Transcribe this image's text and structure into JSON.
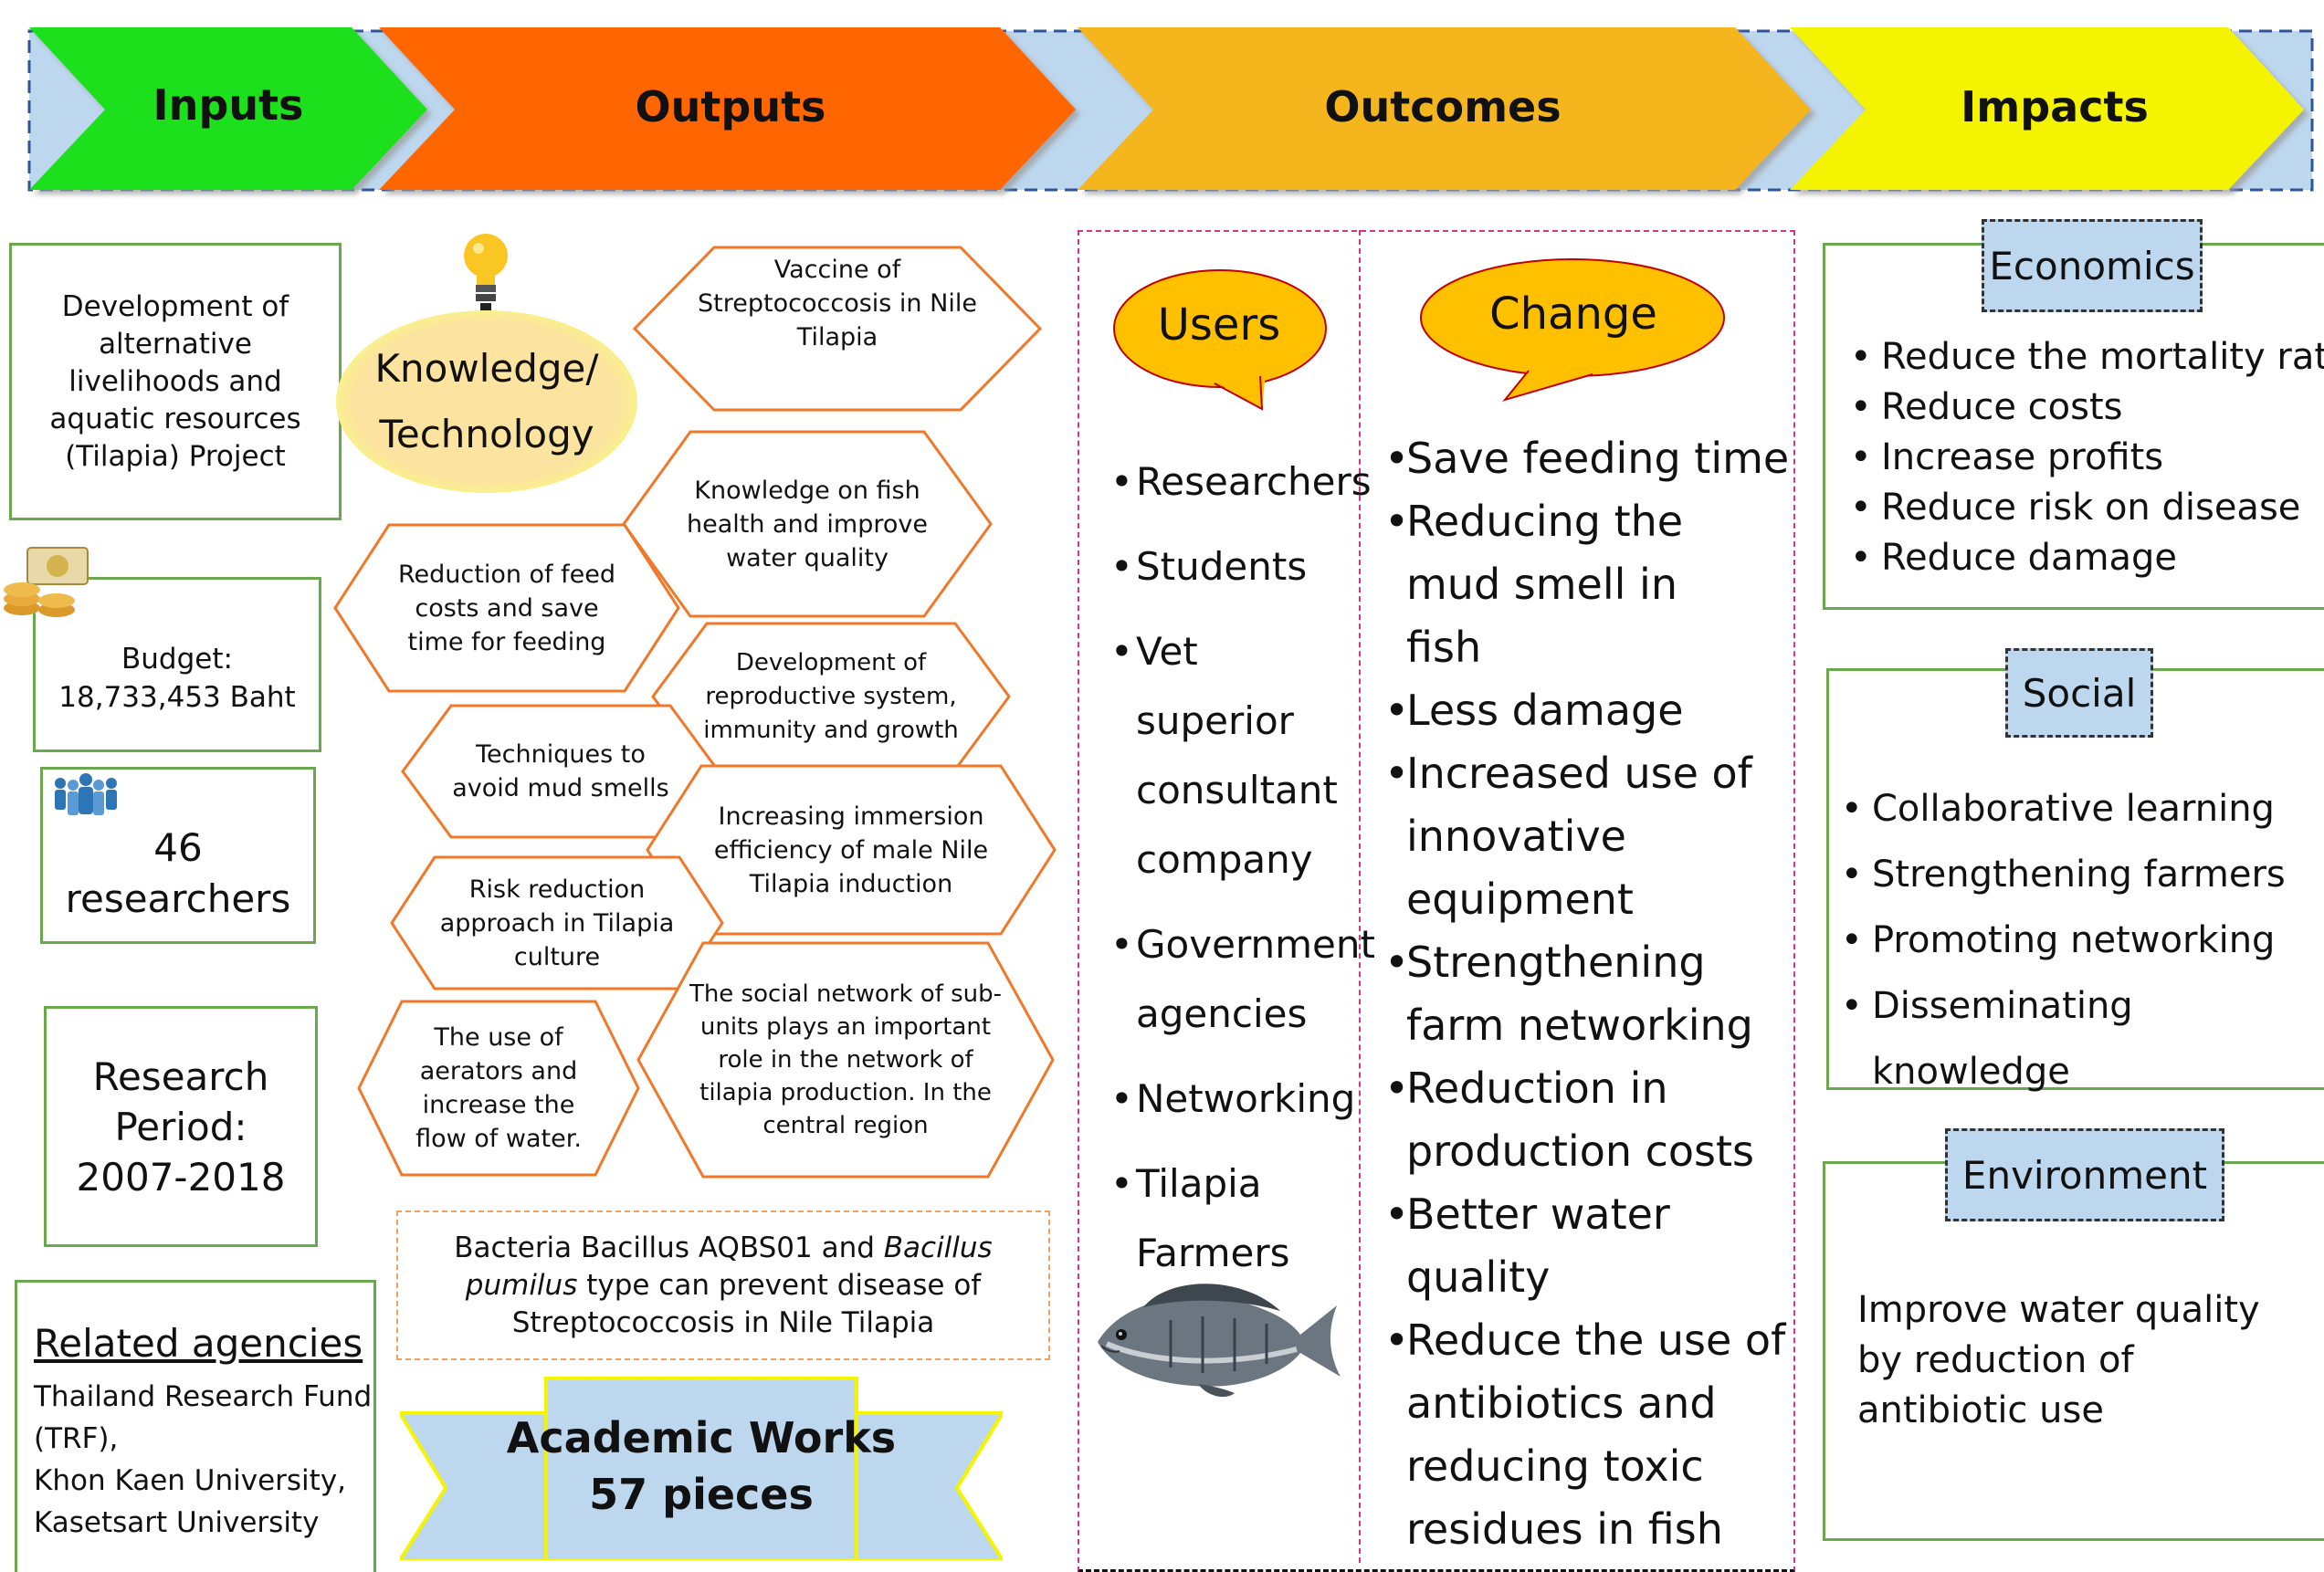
{
  "header": {
    "inputs": "Inputs",
    "outputs": "Outputs",
    "outcomes": "Outcomes",
    "impacts": "Impacts"
  },
  "inputs": {
    "project": "Development of alternative livelihoods and aquatic resources (Tilapia) Project",
    "budget_label": "Budget:",
    "budget_value": "18,733,453 Baht",
    "researchers_count": "46",
    "researchers_label": "researchers",
    "period_label": "Research Period:",
    "period_value": "2007-2018",
    "agencies_title": "Related agencies",
    "agencies": [
      "Thailand Research Fund (TRF),",
      "Khon Kaen University,",
      "Kasetsart University"
    ]
  },
  "outputs": {
    "knowledge_line1": "Knowledge/",
    "knowledge_line2": "Technology",
    "items": [
      "Vaccine of Streptococcosis in Nile Tilapia",
      "Knowledge on fish health and improve water quality",
      "Reduction of feed costs and save time for feeding",
      "Development of reproductive system, immunity and growth",
      "Techniques to avoid mud smells",
      "Increasing immersion efficiency of male Nile Tilapia induction",
      "Risk reduction approach in Tilapia culture",
      "The use of aerators and increase the flow of water.",
      "The social network of sub-units plays an important role in the network of tilapia production. In the central region"
    ],
    "bacteria_a": "Bacteria Bacillus AQBS01 and ",
    "bacteria_italic": "Bacillus pumilus",
    "bacteria_b": " type can prevent disease of Streptococcosis in Nile Tilapia",
    "academic_line1": "Academic Works",
    "academic_line2": "57 pieces"
  },
  "outcomes": {
    "users_title": "Users",
    "change_title": "Change",
    "users": [
      "Researchers",
      "Students",
      "Vet superior consultant company",
      "Government agencies",
      "Networking",
      "Tilapia Farmers"
    ],
    "changes": [
      "Save feeding time",
      "Reducing the mud smell in fish",
      "Less damage",
      "Increased use of innovative equipment",
      "Strengthening farm networking",
      "Reduction in production costs",
      "Better water quality",
      "Reduce the use of antibiotics and reducing toxic residues in fish"
    ]
  },
  "impacts": {
    "economics_title": "Economics",
    "economics": [
      "Reduce the mortality rate",
      "Reduce costs",
      "Increase profits",
      "Reduce risk on disease",
      "Reduce damage"
    ],
    "social_title": "Social",
    "social": [
      "Collaborative learning",
      "Strengthening farmers",
      "Promoting networking",
      "Disseminating knowledge"
    ],
    "environment_title": "Environment",
    "environment_text": "Improve water quality by reduction of antibiotic use"
  },
  "colors": {
    "inputs": "#1ee01e",
    "outputs": "#ff6600",
    "outcomes": "#f5b51c",
    "impacts": "#f4f400",
    "band": "#bdd7ee",
    "box_border": "#6aa84f",
    "hex_border": "#f07828",
    "bubble": "#ffc000"
  }
}
